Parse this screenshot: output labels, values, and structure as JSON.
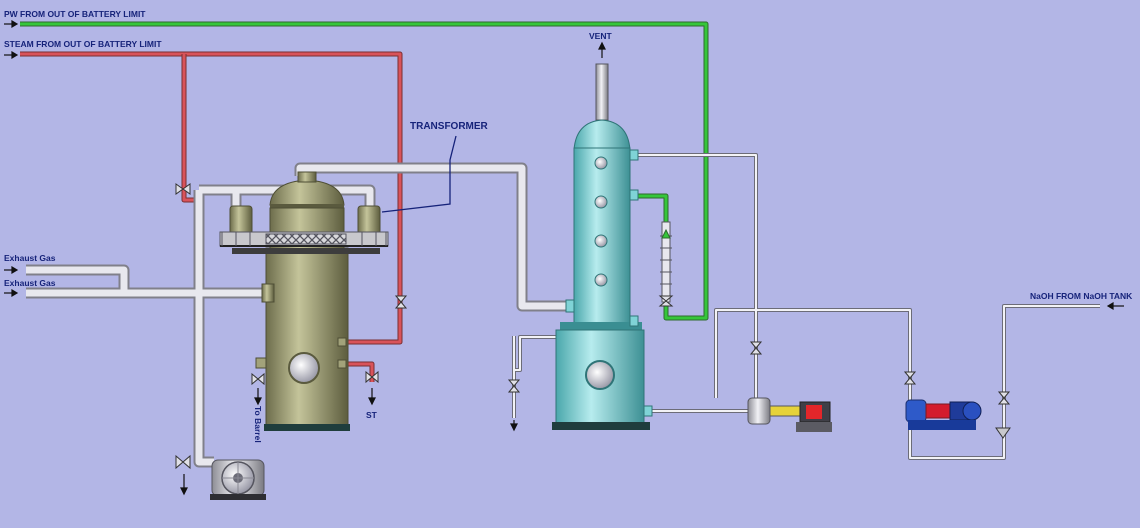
{
  "labels": {
    "pw_limit": "PW FROM OUT OF BATTERY LIMIT",
    "steam_limit": "STEAM FROM OUT OF BATTERY LIMIT",
    "vent": "VENT",
    "transformer": "TRANSFORMER",
    "exhaust_gas_1": "Exhaust Gas",
    "exhaust_gas_2": "Exhaust Gas",
    "to_barrel": "To Barrel",
    "st": "ST",
    "naoh": "NaOH FROM NaOH TANK"
  },
  "colors": {
    "background": "#b3b6e6",
    "pw_line": "#35c63a",
    "steam_line": "#d9535a",
    "process_line": "#e8e8ee",
    "reactor_body": "#a2a27a",
    "scrubber_body": "#7fd3d6",
    "label_text": "#16237a"
  }
}
